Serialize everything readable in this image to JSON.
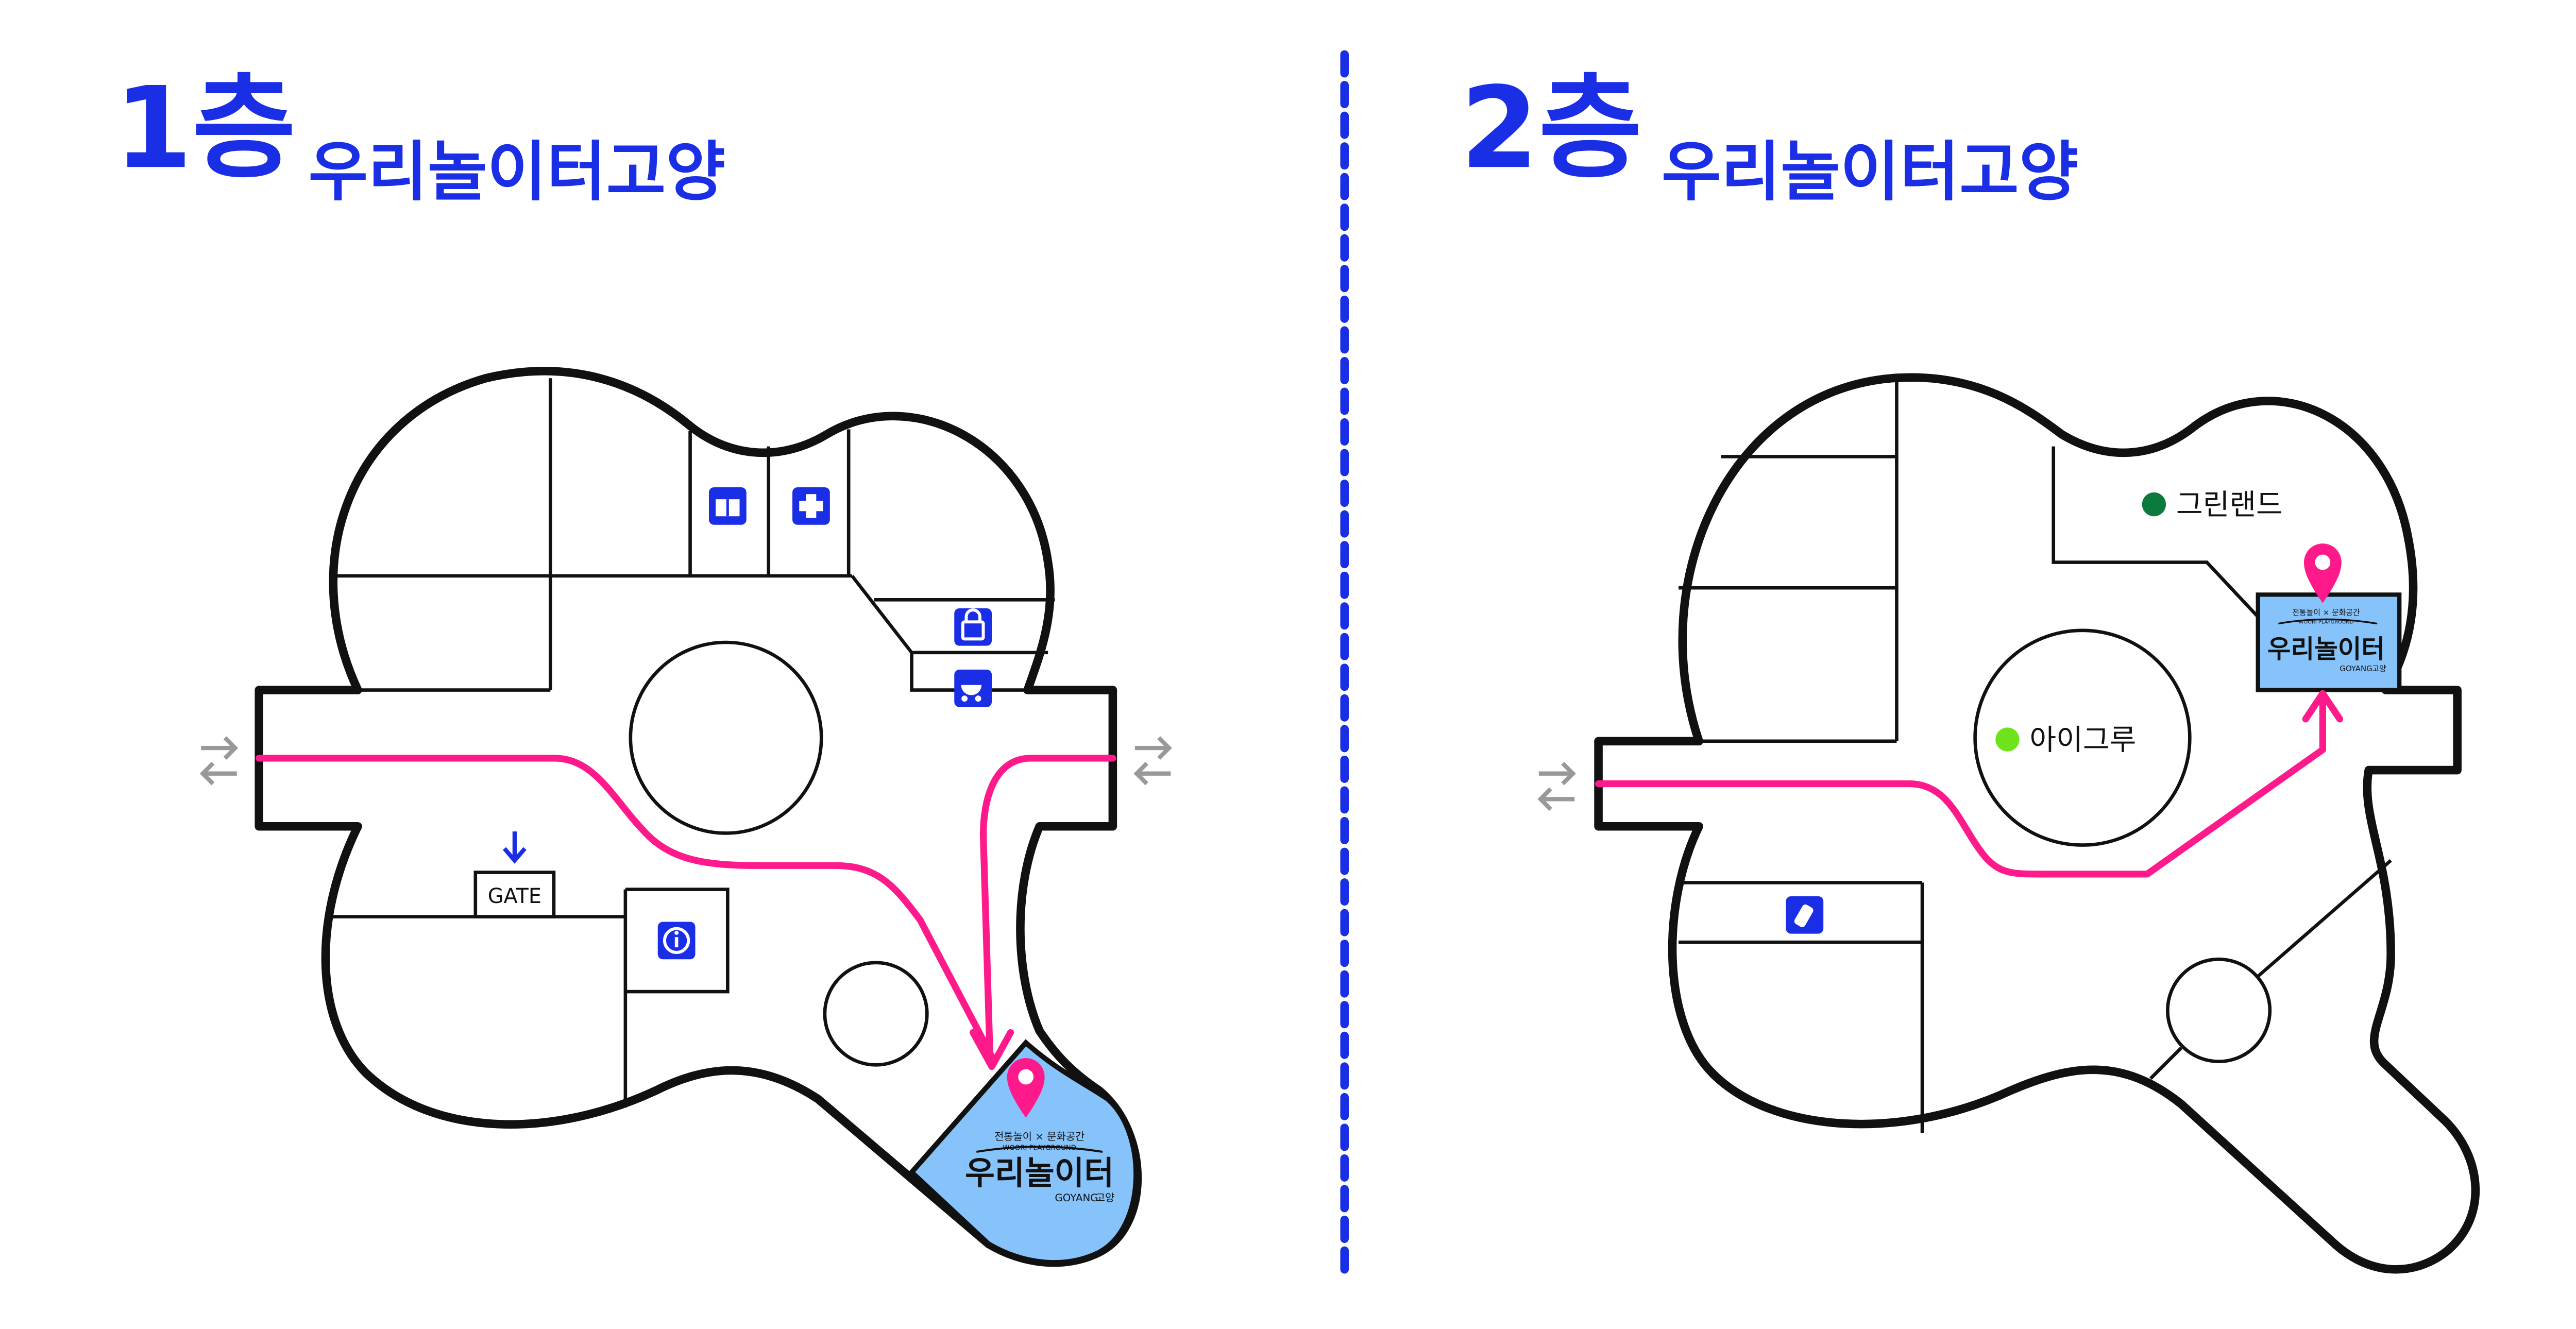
{
  "floors": [
    {
      "number": "1층",
      "name": "우리놀이터고양",
      "gate_label": "GATE",
      "venue_logo": {
        "tagline": "전통놀이 × 문화공간",
        "english": "WOORI PLAYGROUND",
        "name": "우리놀이터",
        "city_en": "GOYANG",
        "city_ko": "고양"
      },
      "facility_icons": [
        "elevator-icon",
        "first-aid-icon",
        "locker-icon",
        "stroller-icon",
        "information-icon"
      ],
      "entrance_icons": [
        "entrance-arrows-icon",
        "entrance-arrows-icon"
      ]
    },
    {
      "number": "2층",
      "name": "우리놀이터고양",
      "spots": [
        {
          "name": "그린랜드",
          "color": "#0b7a3b"
        },
        {
          "name": "아이그루",
          "color": "#6ee21a"
        }
      ],
      "venue_logo": {
        "tagline": "전통놀이 × 문화공간",
        "english": "WOORI PLAYGROUND",
        "name": "우리놀이터",
        "city_en": "GOYANG",
        "city_ko": "고양"
      },
      "facility_icons": [
        "nursing-bottle-icon"
      ],
      "entrance_icons": [
        "entrance-arrows-icon"
      ]
    }
  ],
  "colors": {
    "brand_blue": "#1a2ee6",
    "route_pink": "#ff1a8c",
    "venue_fill": "#86c3fb",
    "outline": "#111111",
    "arrow_gray": "#999999"
  }
}
